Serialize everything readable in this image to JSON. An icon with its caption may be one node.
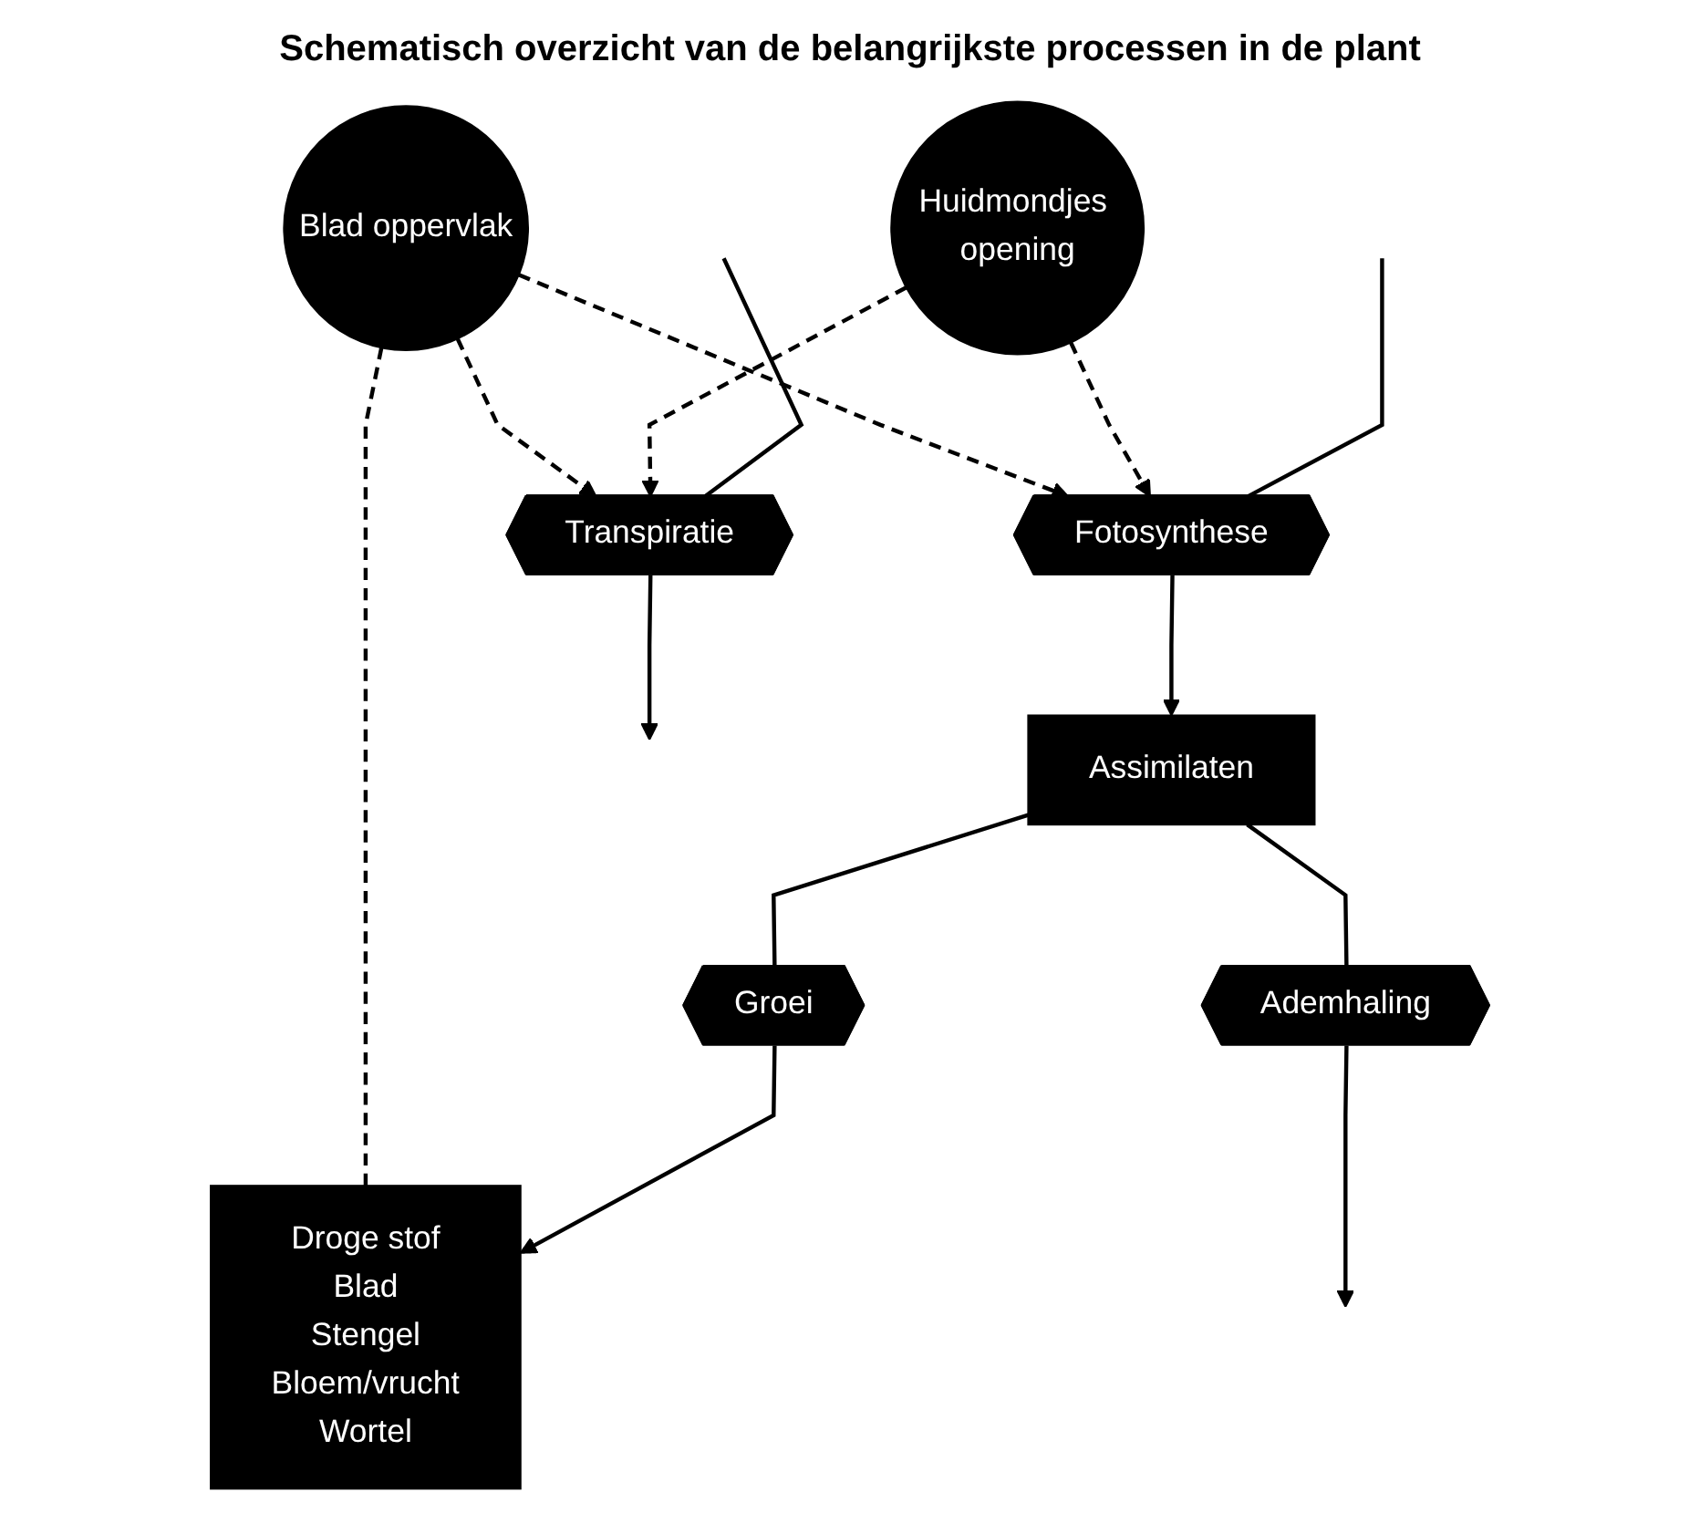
{
  "diagram": {
    "title": "Schematisch overzicht van de belangrijkste processen in de plant",
    "nodes": [
      {
        "text": [
          "Huidmondjes opening"
        ]
      },
      {
        "text": [
          "Blad oppervlak"
        ]
      },
      {
        "text": [
          "Transpiratie"
        ]
      },
      {
        "text": [
          "Fotosynthese"
        ]
      },
      {
        "text": [
          "Assimilaten"
        ]
      },
      {
        "text": [
          "Groei"
        ]
      },
      {
        "text": [
          "Droge stof",
          "Blad",
          "Stengel",
          "Bloem/vrucht",
          "Wortel"
        ]
      },
      {
        "text": [
          "Ademhaling"
        ]
      }
    ],
    "edges": [
      {
        "from": null,
        "to": 2,
        "arrow": "none"
      },
      {
        "from": 2,
        "to": null,
        "arrow": "to"
      },
      {
        "from": null,
        "to": 3,
        "arrow": "none"
      },
      {
        "from": 3,
        "to": 4,
        "arrow": "to"
      },
      {
        "from": 4,
        "to": 5,
        "arrow": "none"
      },
      {
        "from": 5,
        "to": 6,
        "arrow": "to"
      },
      {
        "from": 4,
        "to": 7,
        "arrow": "none"
      },
      {
        "from": 7,
        "to": null,
        "arrow": "to"
      },
      {
        "from": 0,
        "to": 2,
        "arrow": "to",
        "style": "dashed"
      },
      {
        "from": 0,
        "to": 3,
        "arrow": "to",
        "style": "dashed"
      },
      {
        "from": 1,
        "to": 2,
        "arrow": "to",
        "style": "dashed"
      },
      {
        "from": 1,
        "to": 3,
        "arrow": "to",
        "style": "dashed"
      },
      {
        "from": 1,
        "to": 6,
        "arrow": "none",
        "style": "dashed"
      }
    ]
  }
}
